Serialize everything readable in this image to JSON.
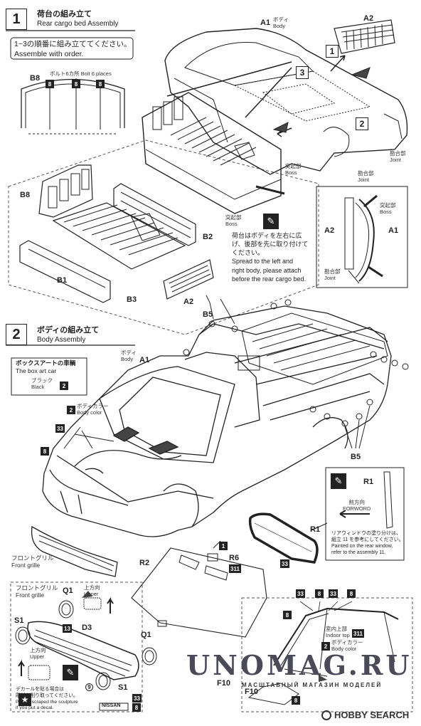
{
  "step1": {
    "number": "1",
    "title_jp": "荷台の組み立て",
    "title_en": "Rear cargo bed Assembly",
    "order_jp": "1~3の順番に組み立ててください。",
    "order_en": "Assemble with order.",
    "bolt_note_jp": "ボルト6カ所",
    "bolt_note_en": "Bolt 6 places",
    "parts": {
      "b8_top": "B8",
      "b8_side": "B8",
      "b2": "B2",
      "b1": "B1",
      "b3": "B3",
      "a2_bottom": "A2",
      "a1": "A1",
      "a2_top": "A2"
    },
    "body_jp": "ボディ",
    "body_en": "Body",
    "boss_jp": "突起部",
    "boss_en": "Boss",
    "joint_jp": "勘合部",
    "joint_en": "Joint",
    "badge_8": "8",
    "callouts": [
      "1",
      "2",
      "3"
    ],
    "spread_jp_1": "荷台はボディを左右に広",
    "spread_jp_2": "げ、後部を先に取り付けて",
    "spread_jp_3": "ください。",
    "spread_en_1": "Spread to the left and",
    "spread_en_2": "right body, please attach",
    "spread_en_3": "before the rear cargo bed.",
    "detail": {
      "a2": "A2",
      "a1": "A1",
      "boss_jp": "突起部",
      "boss_en": "Boss",
      "joint_jp": "勘合部",
      "joint_en": "Joint"
    }
  },
  "step2": {
    "number": "2",
    "title_jp": "ボディの組み立て",
    "title_en": "Body Assembly",
    "boxart_jp": "ボックスアートの車輌",
    "boxart_en": "The box art car",
    "black_jp": "ブラック",
    "black_en": "Black",
    "black_badge": "2",
    "body_jp": "ボディ",
    "body_en": "Body",
    "a1": "A1",
    "b5_top": "B5",
    "b5_bottom": "B5",
    "body_color_jp": "ボディカラー",
    "body_color_en": "Body color",
    "body_color_badge": "2",
    "badge_33": "33",
    "badge_8": "8",
    "front_grille_jp": "フロントグリル",
    "front_grille_en": "Front grille",
    "r2": "R2",
    "r6": "R6",
    "r1_main": "R1",
    "r1_side": "R1",
    "badge_1": "1",
    "badge_311": "311",
    "badge_33b": "33",
    "forward_jp": "前方向",
    "forward_en": "FORWORD",
    "rear_window_jp_1": "リアウィンドウの塗り分けは、",
    "rear_window_jp_2": "組立 11 を参考にしてください。",
    "rear_window_en_1": "Painted on the rear window,",
    "rear_window_en_2": "refer to the assembly 11.",
    "inset_grille": {
      "title_jp": "フロントグリル",
      "title_en": "Front grille",
      "q1_top": "Q1",
      "q1_right": "Q1",
      "s1_left": "S1",
      "s1_bottom": "S1",
      "d3": "D3",
      "upper_jp_top": "上方向",
      "upper_en_top": "Upper",
      "upper_jp_left": "上方向",
      "upper_en_left": "Upper",
      "badge_13": "13",
      "badge_9": "9",
      "decal_jp_1": "デカールを貼る場合は",
      "decal_jp_2": "彫刻を削り取ってください。",
      "decal_en_1": "Please scraped the sculpture",
      "decal_en_2": "if you put a decal.",
      "nissan": "NISSAN",
      "badge_33": "33",
      "badge_8": "8"
    },
    "inset_roof": {
      "badges": [
        "33",
        "8",
        "33",
        "8"
      ],
      "badge_8_side": "8",
      "indoor_jp": "室内上部",
      "indoor_en": "Indoor top",
      "indoor_badge": "311",
      "body_color_jp": "ボディカラー",
      "body_color_en": "Body color",
      "body_color_badge": "2"
    },
    "f10_left": "F10",
    "f10_right": "F10",
    "f10_badge": "8"
  },
  "watermark": {
    "main": "UNOMAG.RU",
    "sub": "МАСШТАБНЫЙ МАГАЗИН МОДЕЛЕЙ"
  },
  "hobby_search": "HOBBY SEARCH"
}
